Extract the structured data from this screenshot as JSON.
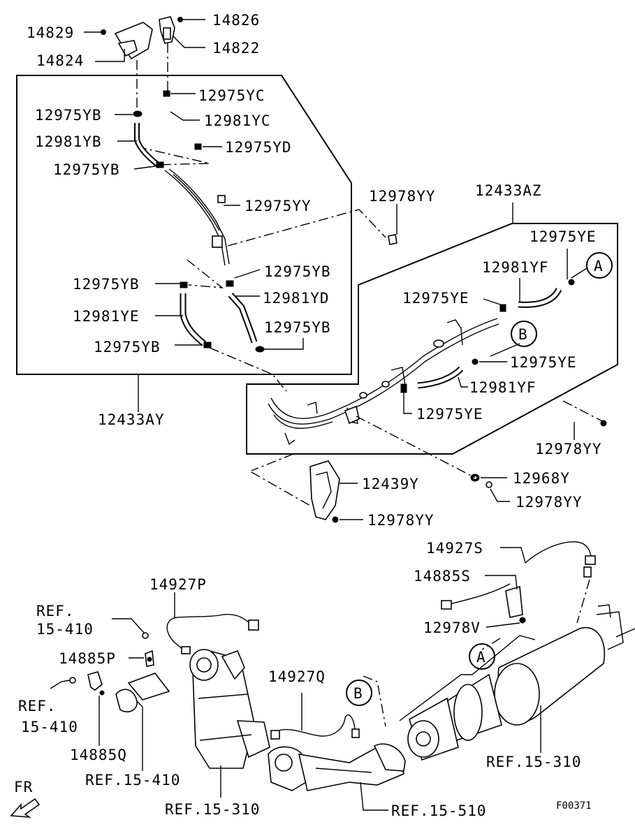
{
  "labels": {
    "p14829": "14829",
    "p14824": "14824",
    "p14826": "14826",
    "p14822": "14822",
    "p12975YC": "12975YC",
    "p12981YC": "12981YC",
    "p12975YD": "12975YD",
    "p12975YB_a": "12975YB",
    "p12981YB": "12981YB",
    "p12975YB_b": "12975YB",
    "p12975YY": "12975YY",
    "p12978YY_a": "12978YY",
    "p12433AZ": "12433AZ",
    "p12975YE_a": "12975YE",
    "p12981YF_a": "12981YF",
    "p12975YE_b": "12975YE",
    "p12975YB_c": "12975YB",
    "p12975YB_d": "12975YB",
    "p12981YD": "12981YD",
    "p12981YE": "12981YE",
    "p12975YB_e": "12975YB",
    "p12975YB_f": "12975YB",
    "p12975YE_c": "12975YE",
    "p12981YF_b": "12981YF",
    "p12975YE_d": "12975YE",
    "p12433AY": "12433AY",
    "p12978YY_b": "12978YY",
    "p12439Y": "12439Y",
    "p12968Y": "12968Y",
    "p12978YY_c": "12978YY",
    "p12978YY_d": "12978YY",
    "p14927S": "14927S",
    "p14885S": "14885S",
    "p12978V": "12978V",
    "p14927P": "14927P",
    "ref15410_a1": "REF.",
    "ref15410_a2": "15-410",
    "p14885P": "14885P",
    "ref15410_b1": "REF.",
    "ref15410_b2": "15-410",
    "p14885Q": "14885Q",
    "ref15410_c": "REF.15-410",
    "ref15310_a": "REF.15-310",
    "p14927Q": "14927Q",
    "ref15510": "REF.15-510",
    "ref15310_b": "REF.15-310",
    "fr": "FR",
    "code": "F00371",
    "callout_a1": "A",
    "callout_b1": "B",
    "callout_a2": "A",
    "callout_b2": "B"
  }
}
